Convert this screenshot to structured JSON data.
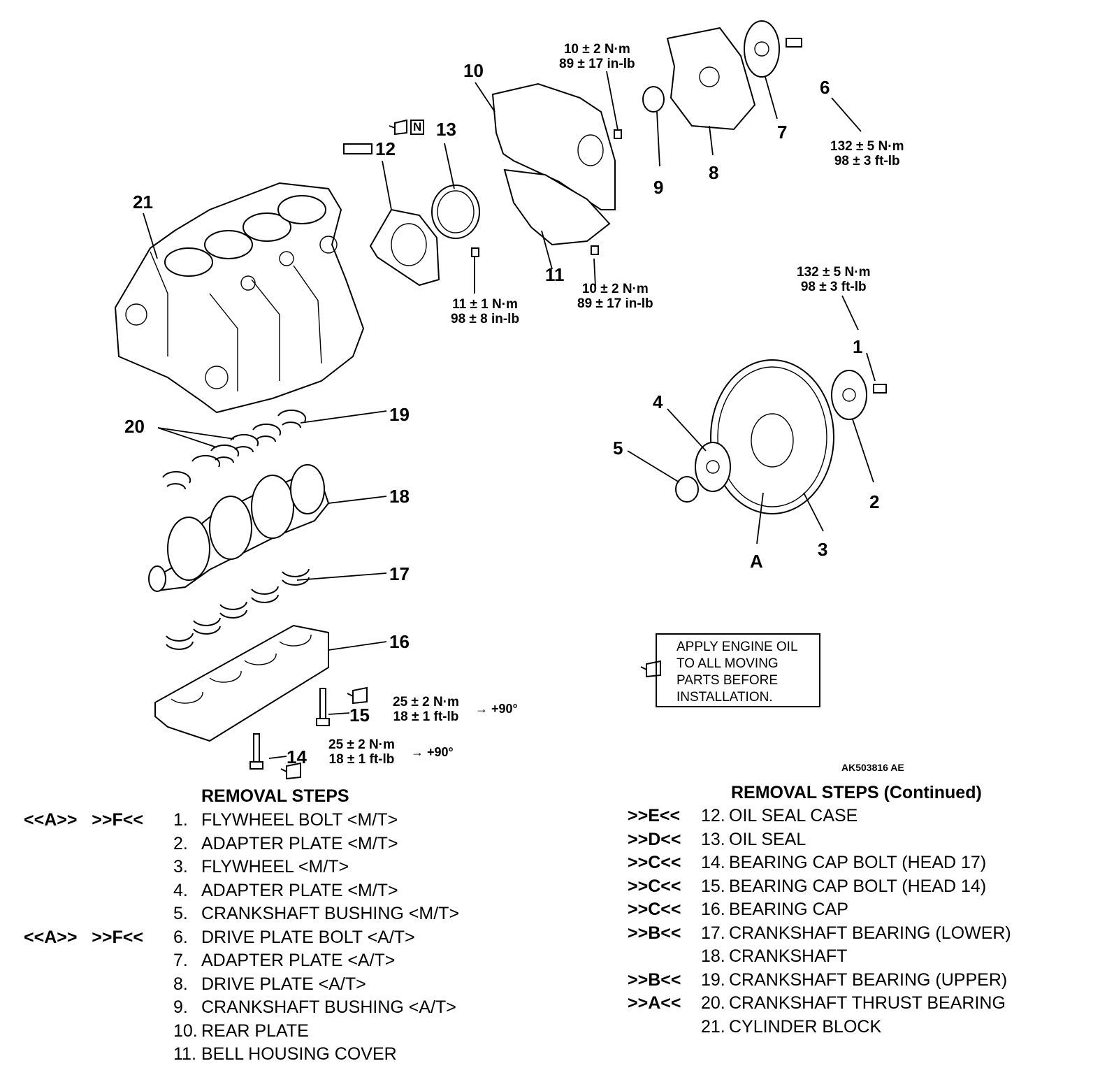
{
  "callouts": {
    "c1": "1",
    "c2": "2",
    "c3": "3",
    "c4": "4",
    "c5": "5",
    "c6": "6",
    "c7": "7",
    "c8": "8",
    "c9": "9",
    "c10": "10",
    "c11": "11",
    "c12": "12",
    "c13": "13",
    "c14": "14",
    "c15": "15",
    "c16": "16",
    "c17": "17",
    "c18": "18",
    "c19": "19",
    "c20": "20",
    "c21": "21",
    "cA": "A"
  },
  "torque_specs": {
    "t_top": "10 ± 2 N·m\n89 ± 17 in-lb",
    "t_drive": "132 ± 5 N·m\n98 ± 3 ft-lb",
    "t_fly": "132 ± 5 N·m\n98 ± 3 ft-lb",
    "t_seal": "11 ± 1 N·m\n98 ± 8 in-lb",
    "t_cover": "10 ± 2 N·m\n89 ± 17 in-lb",
    "t_15": "25 ± 2 N·m\n18 ± 1 ft-lb",
    "t_14": "25 ± 2 N·m\n18 ± 1 ft-lb",
    "a_15": "→ +90°",
    "a_14": "→ +90°"
  },
  "symbols": {
    "new_part": "N"
  },
  "note": {
    "line1": "APPLY ENGINE OIL",
    "line2": "TO ALL MOVING",
    "line3": "PARTS BEFORE",
    "line4": "INSTALLATION."
  },
  "reference_code": "AK503816 AE",
  "removal_steps": {
    "title": "REMOVAL STEPS",
    "items": [
      {
        "mark": "<<A>>   >>F<<",
        "num": "1.",
        "text": "FLYWHEEL BOLT <M/T>"
      },
      {
        "mark": "",
        "num": "2.",
        "text": "ADAPTER PLATE <M/T>"
      },
      {
        "mark": "",
        "num": "3.",
        "text": "FLYWHEEL <M/T>"
      },
      {
        "mark": "",
        "num": "4.",
        "text": "ADAPTER PLATE <M/T>"
      },
      {
        "mark": "",
        "num": "5.",
        "text": "CRANKSHAFT BUSHING <M/T>"
      },
      {
        "mark": "<<A>>   >>F<<",
        "num": "6.",
        "text": "DRIVE PLATE BOLT <A/T>"
      },
      {
        "mark": "",
        "num": "7.",
        "text": "ADAPTER PLATE <A/T>"
      },
      {
        "mark": "",
        "num": "8.",
        "text": "DRIVE PLATE <A/T>"
      },
      {
        "mark": "",
        "num": "9.",
        "text": "CRANKSHAFT BUSHING <A/T>"
      },
      {
        "mark": "",
        "num": "10.",
        "text": "REAR PLATE"
      },
      {
        "mark": "",
        "num": "11.",
        "text": "BELL HOUSING COVER"
      }
    ]
  },
  "removal_steps_continued": {
    "title": "REMOVAL STEPS (Continued)",
    "items": [
      {
        "mark": ">>E<<",
        "num": "12.",
        "text": "OIL SEAL CASE"
      },
      {
        "mark": ">>D<<",
        "num": "13.",
        "text": "OIL SEAL"
      },
      {
        "mark": ">>C<<",
        "num": "14.",
        "text": "BEARING CAP BOLT (HEAD 17)"
      },
      {
        "mark": ">>C<<",
        "num": "15.",
        "text": "BEARING CAP BOLT (HEAD 14)"
      },
      {
        "mark": ">>C<<",
        "num": "16.",
        "text": "BEARING CAP"
      },
      {
        "mark": ">>B<<",
        "num": "17.",
        "text": "CRANKSHAFT BEARING (LOWER)"
      },
      {
        "mark": "",
        "num": "18.",
        "text": "CRANKSHAFT"
      },
      {
        "mark": ">>B<<",
        "num": "19.",
        "text": "CRANKSHAFT BEARING (UPPER)"
      },
      {
        "mark": ">>A<<",
        "num": "20.",
        "text": "CRANKSHAFT THRUST BEARING"
      },
      {
        "mark": "",
        "num": "21.",
        "text": "CYLINDER BLOCK"
      }
    ]
  }
}
